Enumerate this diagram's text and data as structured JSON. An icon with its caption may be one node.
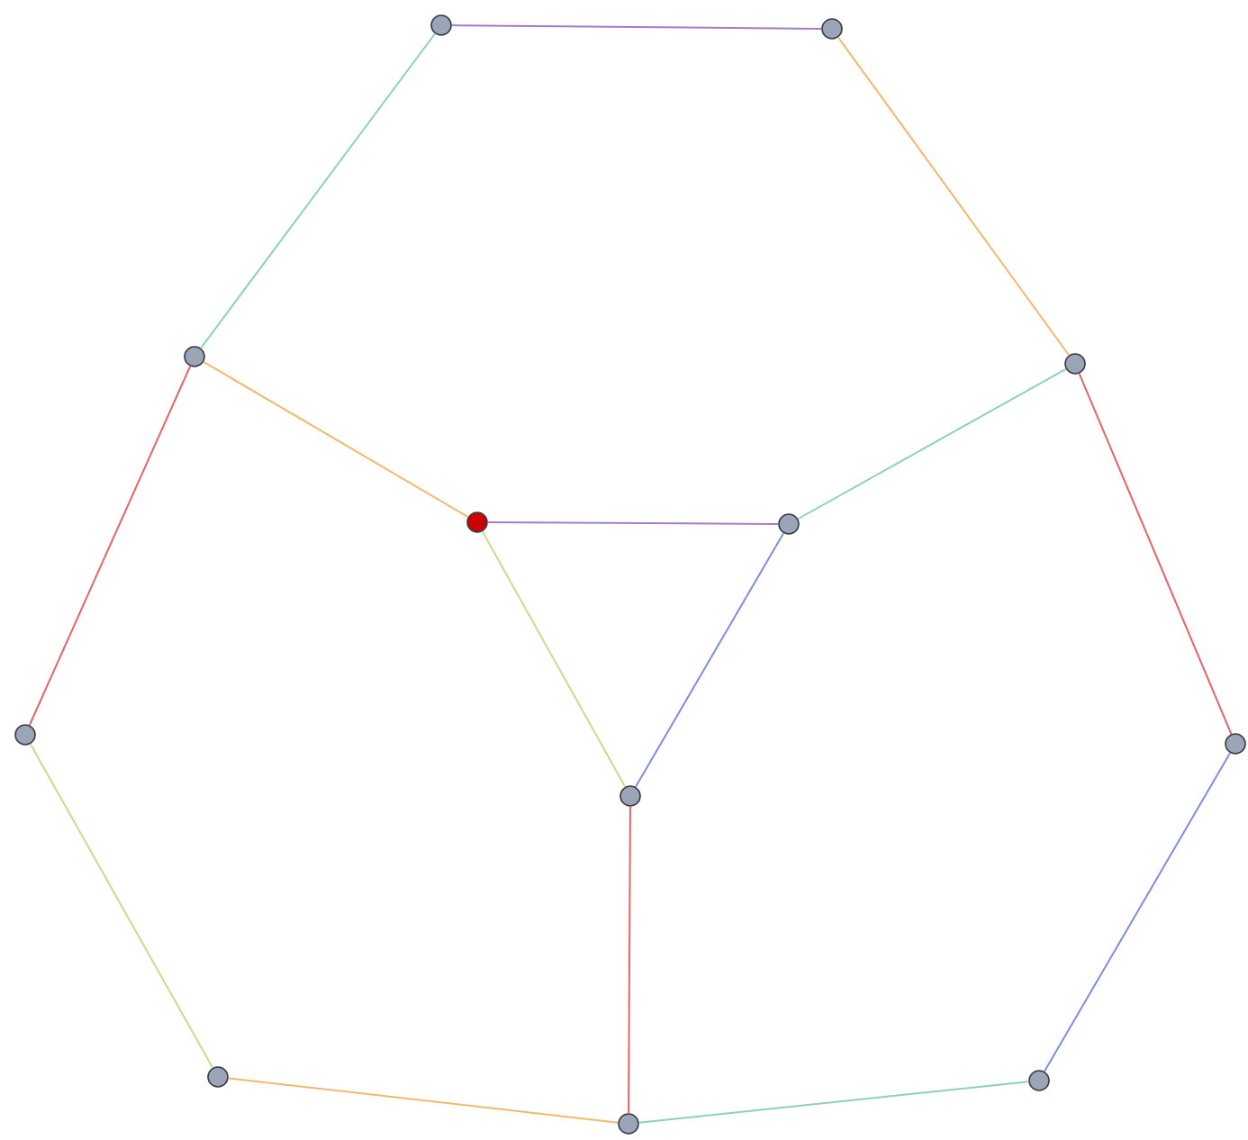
{
  "diagram": {
    "nodes": [
      {
        "text": [],
        "shape": "circle"
      },
      {
        "text": [],
        "shape": "circle"
      },
      {
        "text": [],
        "shape": "circle"
      },
      {
        "text": [],
        "shape": "circle"
      },
      {
        "text": [],
        "shape": "circle"
      },
      {
        "text": [],
        "shape": "circle"
      },
      {
        "text": [],
        "shape": "circle"
      },
      {
        "text": [],
        "shape": "circle"
      },
      {
        "text": [],
        "shape": "circle"
      },
      {
        "text": [],
        "shape": "circle"
      },
      {
        "text": [],
        "shape": "circle"
      },
      {
        "text": [],
        "shape": "circle"
      }
    ],
    "edges": [
      {
        "from": 0,
        "to": 1,
        "arrow": "none",
        "color": "#a47cc8"
      },
      {
        "from": 0,
        "to": 2,
        "arrow": "none",
        "color": "#8fd0b8"
      },
      {
        "from": 1,
        "to": 3,
        "arrow": "none",
        "color": "#f2b96e"
      },
      {
        "from": 2,
        "to": 4,
        "arrow": "none",
        "color": "#f2b96e"
      },
      {
        "from": 2,
        "to": 6,
        "arrow": "none",
        "color": "#e8636b"
      },
      {
        "from": 3,
        "to": 5,
        "arrow": "none",
        "color": "#8fd0b8"
      },
      {
        "from": 3,
        "to": 8,
        "arrow": "none",
        "color": "#e8636b"
      },
      {
        "from": 4,
        "to": 5,
        "arrow": "none",
        "color": "#a47cc8"
      },
      {
        "from": 4,
        "to": 7,
        "arrow": "none",
        "color": "#c9db8c"
      },
      {
        "from": 5,
        "to": 7,
        "arrow": "none",
        "color": "#7f8ee0"
      },
      {
        "from": 6,
        "to": 9,
        "arrow": "none",
        "color": "#c9db8c"
      },
      {
        "from": 9,
        "to": 11,
        "arrow": "none",
        "color": "#f2b96e"
      },
      {
        "from": 7,
        "to": 11,
        "arrow": "none",
        "color": "#e8636b"
      },
      {
        "from": 11,
        "to": 10,
        "arrow": "none",
        "color": "#8fd0b8"
      },
      {
        "from": 10,
        "to": 8,
        "arrow": "none",
        "color": "#7f8ee0"
      }
    ]
  }
}
